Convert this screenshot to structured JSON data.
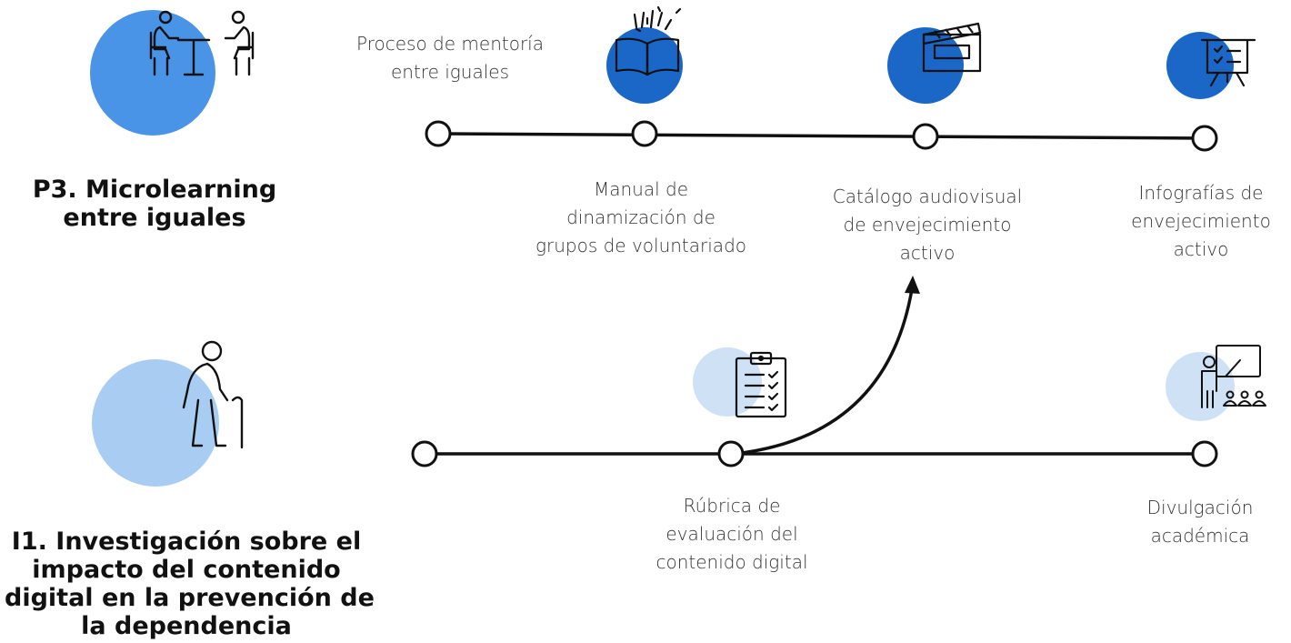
{
  "colors": {
    "dark_blue": "#1a67c8",
    "mid_blue": "#4a94e8",
    "light_blue": "#a9cdf2",
    "pale_blue": "#cfe1f5",
    "line": "#111111",
    "node_fill": "#ffffff"
  },
  "projects": {
    "p3": {
      "title_lines": [
        "P3. Microlearning",
        "entre iguales"
      ],
      "icon": "peer-mentoring-icon"
    },
    "i1": {
      "title_lines": [
        "I1. Investigación sobre el",
        "impacto del contenido",
        "digital en la prevención de",
        "la dependencia"
      ],
      "icon": "elderly-person-cane-icon"
    }
  },
  "timeline_top": {
    "milestones": [
      {
        "label_lines": [
          "Proceso de mentoría",
          "entre iguales"
        ]
      },
      {
        "label_lines": [
          "Manual de",
          "dinamización de",
          "grupos de voluntariado"
        ],
        "icon": "open-book-icon"
      },
      {
        "label_lines": [
          "Catálogo audiovisual",
          "de envejecimiento",
          "activo"
        ],
        "icon": "clapperboard-icon"
      },
      {
        "label_lines": [
          "Infografías de",
          "envejecimiento",
          "activo"
        ],
        "icon": "presentation-board-icon"
      }
    ]
  },
  "timeline_bottom": {
    "milestones": [
      {
        "label_lines": []
      },
      {
        "label_lines": [
          "Rúbrica de",
          "evaluación del",
          "contenido digital"
        ],
        "icon": "clipboard-checklist-icon"
      },
      {
        "label_lines": [
          "Divulgación",
          "académica"
        ],
        "icon": "teacher-audience-icon"
      }
    ]
  },
  "connections": [
    {
      "from": "timeline_bottom.milestones.1",
      "to": "timeline_top.milestones.2",
      "style": "curved-arrow"
    }
  ]
}
